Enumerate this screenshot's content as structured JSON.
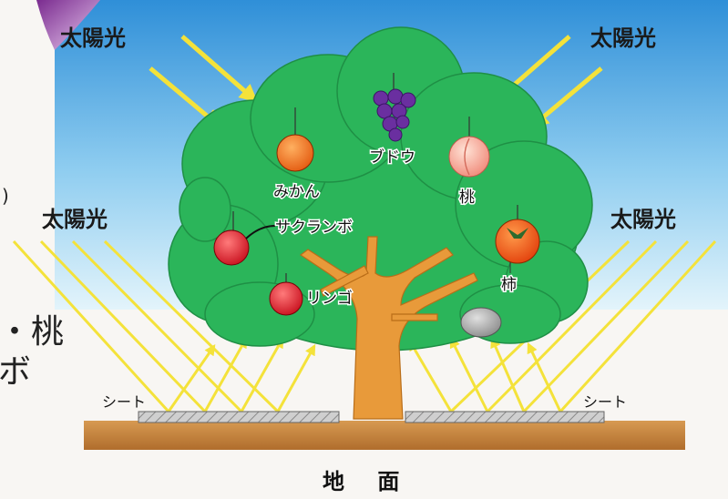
{
  "sunlight_labels": [
    "太陽光",
    "太陽光",
    "太陽光",
    "太陽光"
  ],
  "fruits": {
    "mikan": "みかん",
    "budou": "ブドウ",
    "momo": "桃",
    "sakuranbo": "サクランボ",
    "kaki": "柿",
    "ringo": "リンゴ"
  },
  "sheet_labels": [
    "シート",
    "シート"
  ],
  "ground_label": "地 面",
  "side_text": [
    "・桃",
    "ボ"
  ],
  "colors": {
    "sky_top": "#2f8fd8",
    "sky_bottom": "#d9f0fb",
    "foliage": "#2bb55a",
    "trunk": "#e89a3a",
    "ray": "#f4e23a",
    "ground": "#c9863c"
  }
}
